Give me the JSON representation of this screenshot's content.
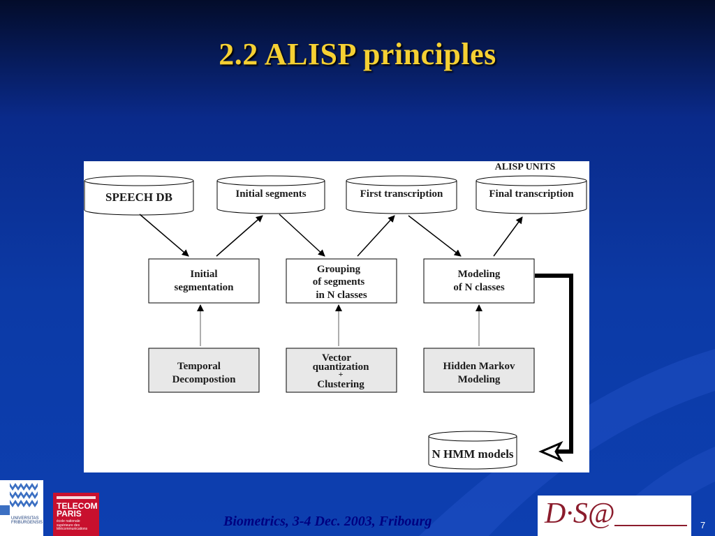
{
  "slide": {
    "title": "2.2   ALISP principles",
    "footer": "Biometrics, 3-4 Dec. 2003, Fribourg",
    "page_number": "7"
  },
  "logos": {
    "universitas": "UNIVERSITAS FRIBURGENSIS",
    "telecom_name_1": "TELECOM",
    "telecom_name_2": "PARIS",
    "telecom_sub_1": "école nationale",
    "telecom_sub_2": "supérieure des",
    "telecom_sub_3": "télécommunications",
    "dsa": "D·S@"
  },
  "diagram": {
    "top_label": "ALISP UNITS",
    "databases": {
      "speech_db": "SPEECH DB",
      "initial_segments": "Initial segments",
      "first_transcription": "First transcription",
      "final_transcription": "Final transcription",
      "hmm_models": "N HMM models"
    },
    "process": {
      "initial_segmentation": [
        "Initial",
        "segmentation"
      ],
      "grouping": [
        "Grouping",
        "of segments",
        "in N classes"
      ],
      "modeling": [
        "Modeling",
        "of N classes"
      ]
    },
    "methods": {
      "temporal": [
        "Temporal",
        "Decompostion"
      ],
      "vq": [
        "Vector",
        "quantization",
        "+",
        "Clustering"
      ],
      "hmm": [
        "Hidden Markov",
        "Modeling"
      ]
    }
  },
  "colors": {
    "title": "#f5d033",
    "footer": "#000080",
    "background": "#0c3aa6",
    "method_box_fill": "#e8e8e8"
  }
}
